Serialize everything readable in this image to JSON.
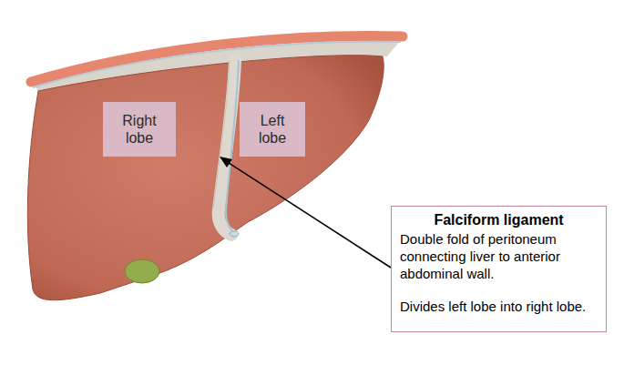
{
  "diagram": {
    "nodes": [
      {
        "text": [
          "Right lobe"
        ]
      },
      {
        "text": [
          "Left lobe"
        ]
      },
      {
        "text": [
          "Falciform ligament",
          "Double fold of peritoneum connecting liver to anterior abdominal wall.",
          "Divides left lobe into right lobe."
        ]
      }
    ]
  }
}
